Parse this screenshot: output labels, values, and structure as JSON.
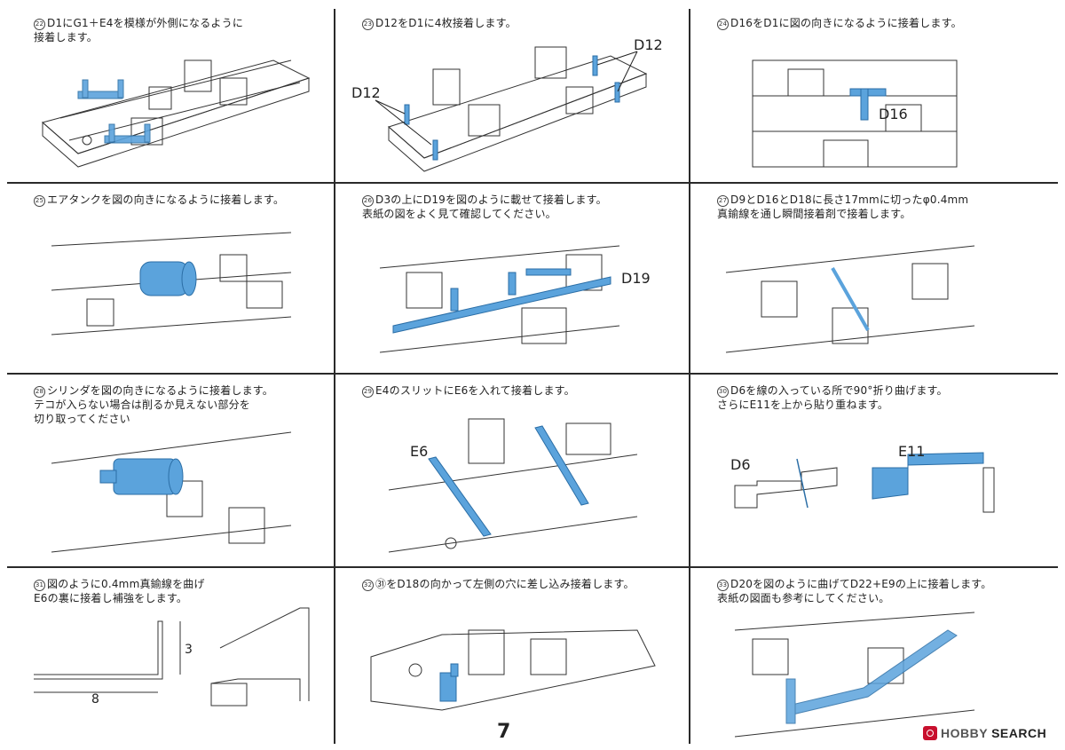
{
  "steps": [
    {
      "num": "22",
      "text": "D1にG1＋E4を模様が外側になるように\n接着します。"
    },
    {
      "num": "23",
      "text": "D12をD1に4枚接着します。"
    },
    {
      "num": "24",
      "text": "D16をD1に図の向きになるように接着します。"
    },
    {
      "num": "25",
      "text": "エアタンクを図の向きになるように接着します。"
    },
    {
      "num": "26",
      "text": "D3の上にD19を図のように載せて接着します。\n表紙の図をよく見て確認してください。"
    },
    {
      "num": "27",
      "text": "D9とD16とD18に長さ17mmに切ったφ0.4mm\n真鍮線を通し瞬間接着剤で接着します。"
    },
    {
      "num": "28",
      "text": "シリンダを図の向きになるように接着します。\nテコが入らない場合は削るか見えない部分を\n切り取ってください"
    },
    {
      "num": "29",
      "text": "E4のスリットにE6を入れて接着します。"
    },
    {
      "num": "30",
      "text": "D6を線の入っている所で90°折り曲げます。\nさらにE11を上から貼り重ねます。"
    },
    {
      "num": "31",
      "text": "図のように0.4mm真鍮線を曲げ\nE6の裏に接着し補強をします。"
    },
    {
      "num": "32",
      "text": "㉛をD18の向かって左側の穴に差し込み接着します。"
    },
    {
      "num": "33",
      "text": "D20を図のように曲げてD22+E9の上に接着します。\n表紙の図面も参考にしてください。"
    }
  ],
  "labels": {
    "d12_left": "D12",
    "d12_right": "D12",
    "d16": "D16",
    "d19": "D19",
    "e6": "E6",
    "d6": "D6",
    "e11": "E11",
    "dim_8": "8",
    "dim_3": "3"
  },
  "page_number": "7",
  "logo": {
    "hobby": "HOBBY",
    "search": "SEARCH"
  },
  "colors": {
    "highlight": "#5ba3dc",
    "line": "#2a2a2a"
  }
}
